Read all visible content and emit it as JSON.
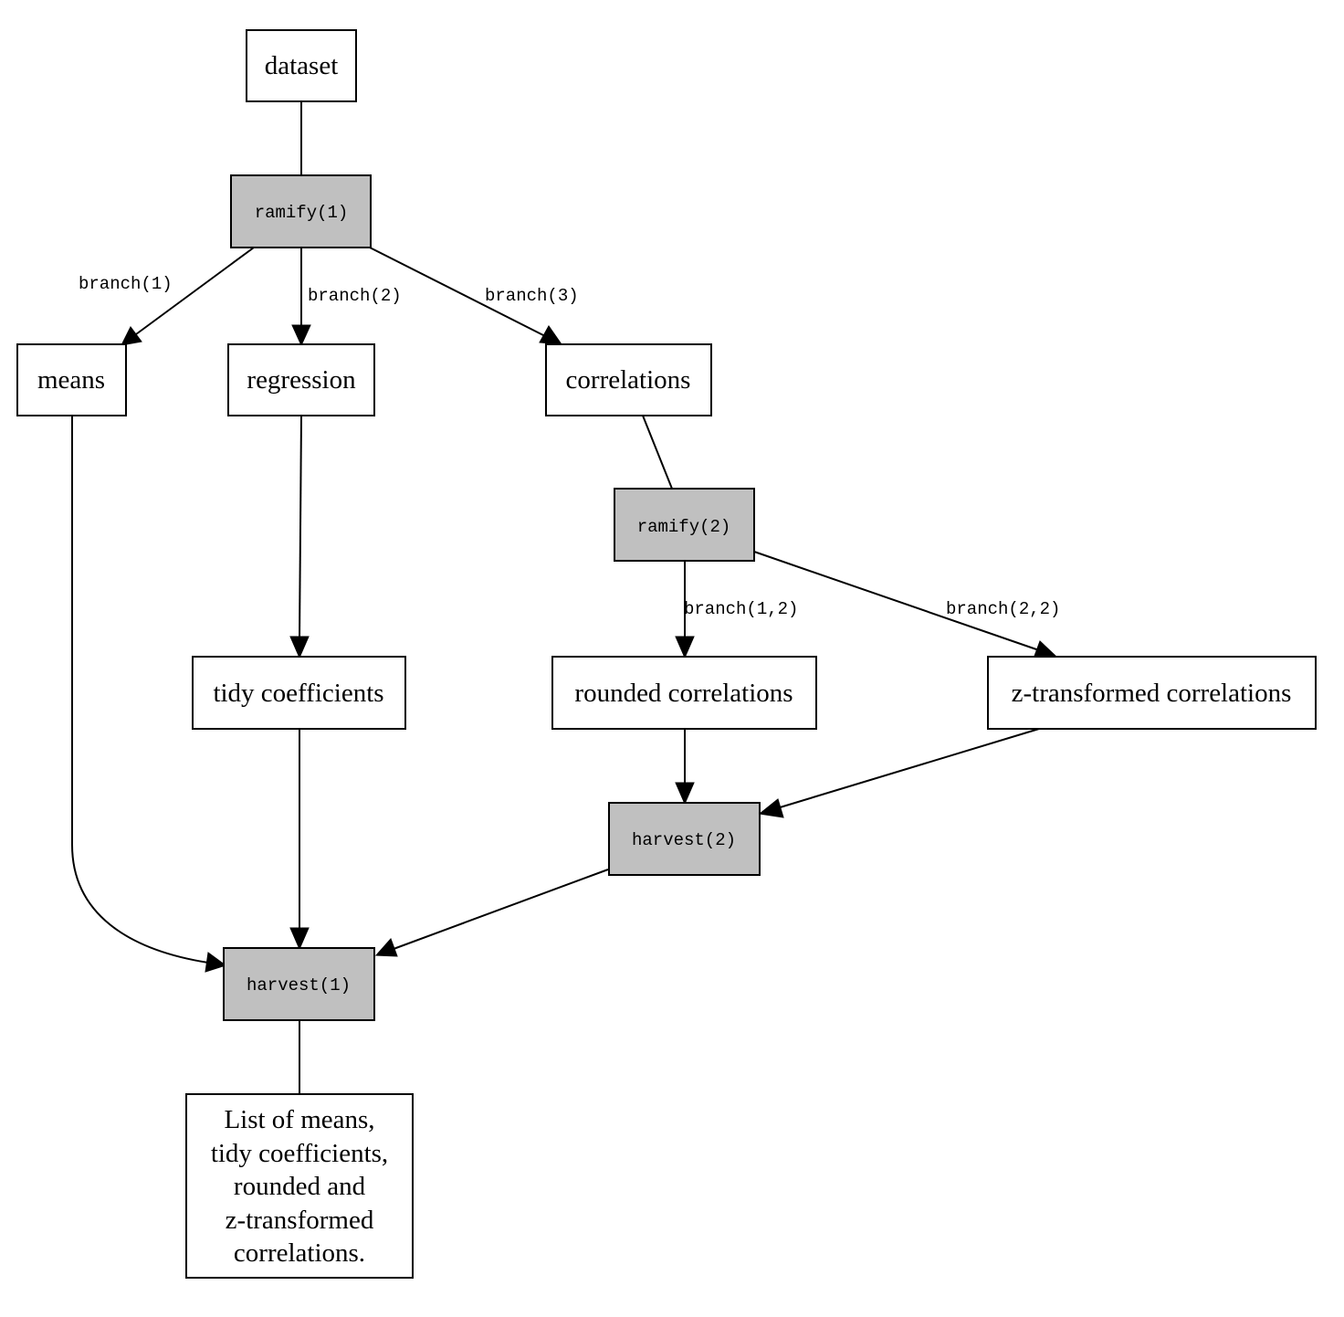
{
  "nodes": {
    "dataset": "dataset",
    "ramify1": "ramify(1)",
    "means": "means",
    "regression": "regression",
    "correlations": "correlations",
    "ramify2": "ramify(2)",
    "tidy_coefficients": "tidy coefficients",
    "rounded_correlations": "rounded correlations",
    "z_transformed_correlations": "z-transformed correlations",
    "harvest2": "harvest(2)",
    "harvest1": "harvest(1)",
    "final_output": [
      "List of means,",
      "tidy coefficients,",
      "rounded and",
      "z-transformed",
      "correlations."
    ]
  },
  "edge_labels": {
    "branch1": "branch(1)",
    "branch2": "branch(2)",
    "branch3": "branch(3)",
    "branch12": "branch(1,2)",
    "branch22": "branch(2,2)"
  },
  "colors": {
    "operation_node_fill": "#c0c0c0",
    "data_node_fill": "#ffffff",
    "stroke": "#000000"
  }
}
